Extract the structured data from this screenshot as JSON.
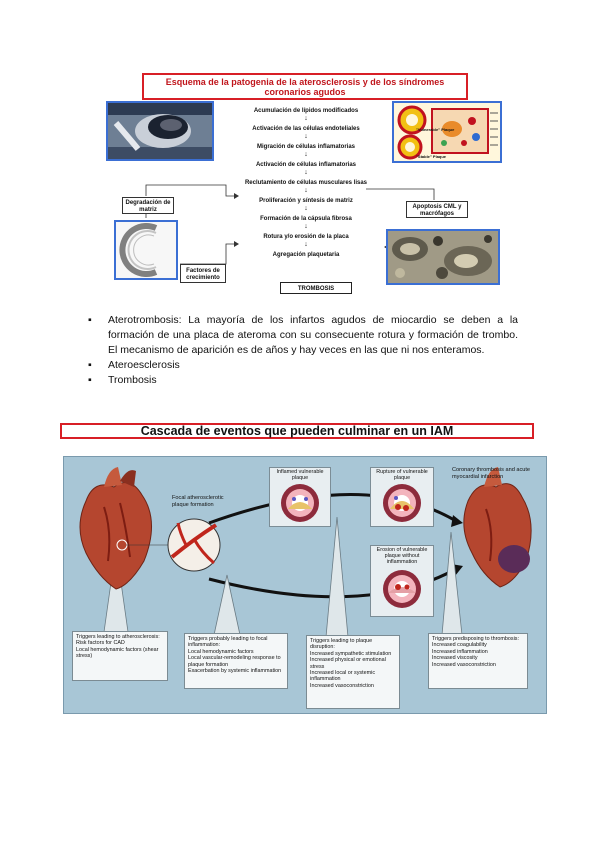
{
  "figure1": {
    "title": "Esquema de la patogenia de la aterosclerosis y de los síndromes coronarios agudos",
    "steps": [
      "Acumulación de lípidos modificados",
      "Activación de las células endoteliales",
      "Migración de células inflamatorias",
      "Activación de células inflamatorias",
      "Reclutamiento de células musculares lisas",
      "Proliferación y síntesis de matriz",
      "Formación de la cápsula fibrosa",
      "Rotura y/o erosión de la placa",
      "Agregación plaquetaria"
    ],
    "end_step": "TROMBOSIS",
    "arrow": "↓",
    "left_label": "Degradación de matriz",
    "growth_label": "Factores de crecimiento",
    "right_label": "Apoptosis CML y macrófagos",
    "inset_labels": [
      "\"Vulnerable\" Plaque",
      "\"Stable\" Plaque"
    ]
  },
  "bullets": [
    "Aterotrombosis: La mayoría de los infartos agudos de miocardio se deben a la formación de una placa de ateroma con su consecuente rotura y formación de trombo. El mecanismo de aparición es de años y hay veces en las que ni nos enteramos.",
    "Ateroesclerosis",
    "Trombosis"
  ],
  "bullet_glyph": "▪",
  "figure2": {
    "title": "Cascada de eventos que pueden culminar en un IAM",
    "focal_caption": "Focal atherosclerotic plaque formation",
    "plaque_inflamed": "Inflamed vulnerable plaque",
    "plaque_rupture": "Rupture of vulnerable plaque",
    "plaque_erosion": "Erosion of vulnerable plaque without inflammation",
    "coronary_caption": "Coronary thrombosis and acute myocardial infarction",
    "triggers": [
      {
        "head": "Triggers leading to atherosclerosis:",
        "lines": [
          "Risk factors for CAD",
          "Local hemodynamic factors (shear stress)"
        ]
      },
      {
        "head": "Triggers probably leading to focal inflammation:",
        "lines": [
          "Local hemodynamic factors",
          "Local vascular-remodeling response to plaque formation",
          "Exacerbation by systemic inflammation"
        ]
      },
      {
        "head": "Triggers leading to plaque disruption:",
        "lines": [
          "Increased sympathetic stimulation",
          "Increased physical or emotional stress",
          "Increased local or systemic inflammation",
          "Increased vasoconstriction"
        ]
      },
      {
        "head": "Triggers predisposing to thrombosis:",
        "lines": [
          "Increased coagulability",
          "Increased inflammation",
          "Increased viscosity",
          "Increased vasoconstriction"
        ]
      }
    ]
  }
}
